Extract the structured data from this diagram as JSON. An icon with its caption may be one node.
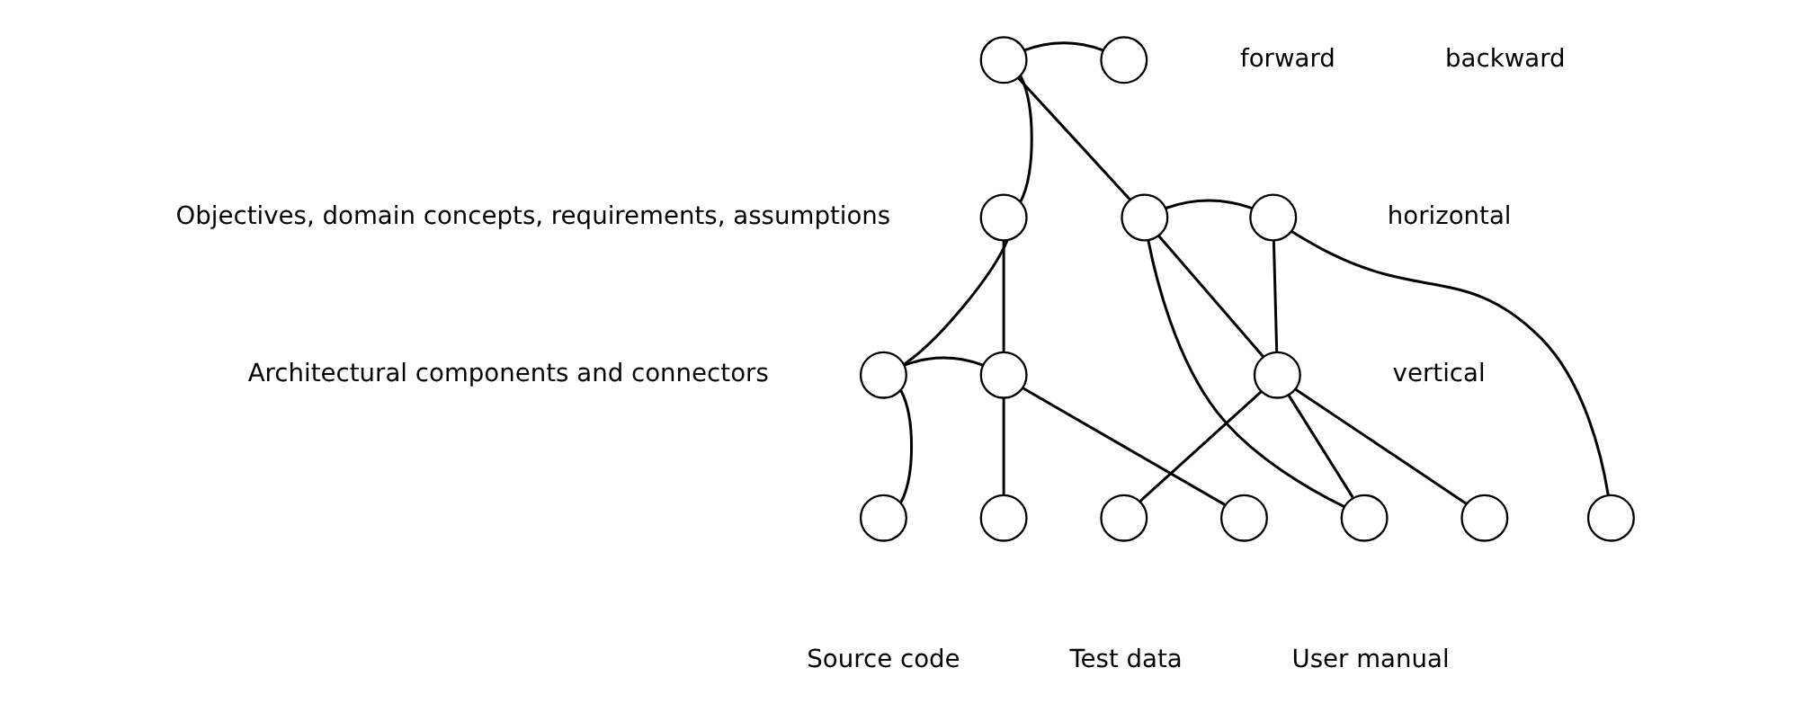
{
  "diagram": {
    "nodes": [
      {
        "text": [],
        "shape": "circle"
      },
      {
        "text": [],
        "shape": "circle"
      },
      {
        "text": [],
        "shape": "circle"
      },
      {
        "text": [],
        "shape": "circle"
      },
      {
        "text": [],
        "shape": "circle"
      },
      {
        "text": [],
        "shape": "circle"
      },
      {
        "text": [],
        "shape": "circle"
      },
      {
        "text": [],
        "shape": "circle"
      },
      {
        "text": [],
        "shape": "circle"
      },
      {
        "text": [],
        "shape": "circle"
      },
      {
        "text": [],
        "shape": "circle"
      },
      {
        "text": [],
        "shape": "circle"
      },
      {
        "text": [],
        "shape": "circle"
      },
      {
        "text": [],
        "shape": "circle"
      },
      {
        "text": [],
        "shape": "circle"
      }
    ],
    "edges": [
      {
        "from": 0,
        "to": 1,
        "arrow": "none"
      },
      {
        "from": 0,
        "to": 2,
        "arrow": "none"
      },
      {
        "from": 0,
        "to": 3,
        "arrow": "none"
      },
      {
        "from": 2,
        "to": 5,
        "arrow": "none"
      },
      {
        "from": 2,
        "to": 6,
        "arrow": "none"
      },
      {
        "from": 3,
        "to": 4,
        "arrow": "none"
      },
      {
        "from": 3,
        "to": 7,
        "arrow": "none"
      },
      {
        "from": 3,
        "to": 12,
        "arrow": "none"
      },
      {
        "from": 4,
        "to": 7,
        "arrow": "none"
      },
      {
        "from": 4,
        "to": 14,
        "arrow": "none"
      },
      {
        "from": 5,
        "to": 6,
        "arrow": "none"
      },
      {
        "from": 5,
        "to": 8,
        "arrow": "none"
      },
      {
        "from": 6,
        "to": 9,
        "arrow": "none"
      },
      {
        "from": 6,
        "to": 11,
        "arrow": "none"
      },
      {
        "from": 7,
        "to": 10,
        "arrow": "none"
      },
      {
        "from": 7,
        "to": 12,
        "arrow": "none"
      },
      {
        "from": 7,
        "to": 13,
        "arrow": "none"
      }
    ],
    "labels": [
      "forward",
      "backward",
      "Objectives, domain concepts, requirements, assumptions",
      "horizontal",
      "Architectural components and connectors",
      "vertical",
      "Source code",
      "Test data",
      "User manual"
    ]
  }
}
